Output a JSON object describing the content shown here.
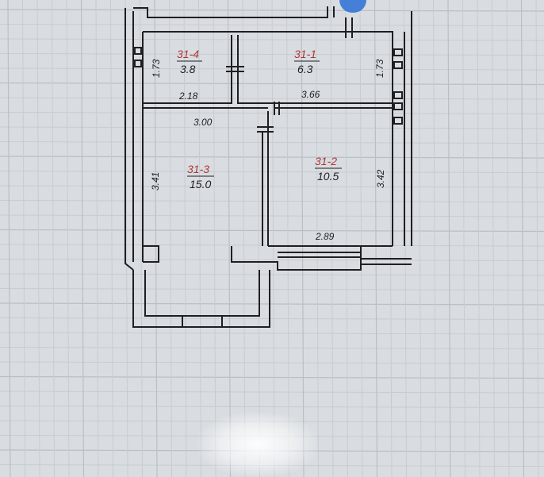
{
  "rooms": [
    {
      "id": "31-4",
      "area": "3.8"
    },
    {
      "id": "31-1",
      "area": "6.3"
    },
    {
      "id": "31-3",
      "area": "15.0"
    },
    {
      "id": "31-2",
      "area": "10.5"
    }
  ],
  "dimensions": {
    "small_room_height": "1.73",
    "small_room_width": "2.18",
    "bathroom_height": "1.73",
    "bathroom_width": "3.66",
    "left_room_width": "3.00",
    "left_room_height": "3.41",
    "right_room_height": "3.42",
    "right_room_width": "2.89"
  },
  "colors": {
    "room_id": "#b03535",
    "ink": "#1f1f22",
    "paper": "#d9dde1",
    "marker": "#2b6fd6"
  }
}
